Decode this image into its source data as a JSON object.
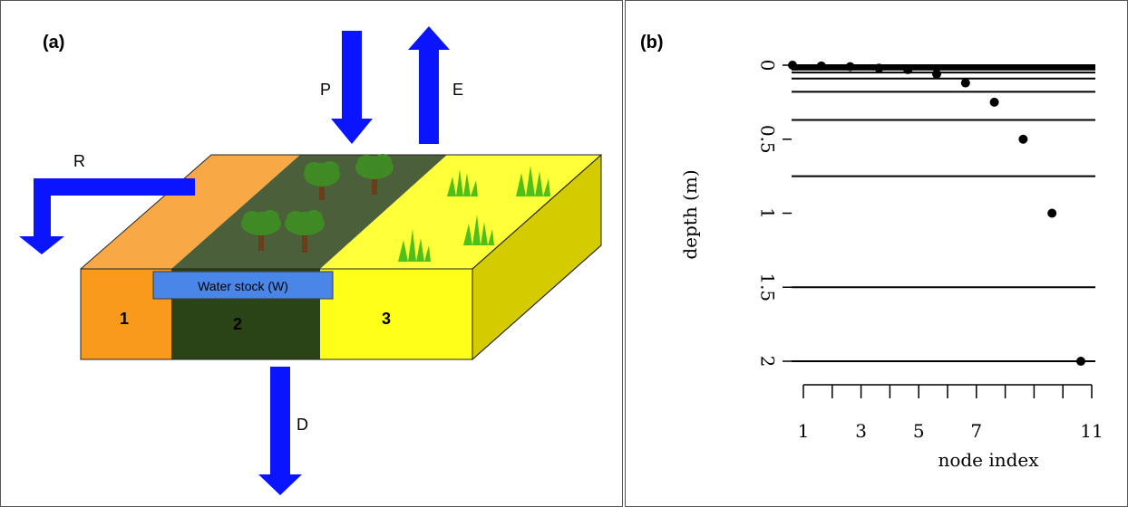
{
  "panel_a": {
    "label": "(a)",
    "arrows": {
      "precipitation": "P",
      "evaporation": "E",
      "runoff": "R",
      "drainage": "D"
    },
    "water_stock_label": "Water stock (W)",
    "zones": [
      "1",
      "2",
      "3"
    ],
    "colors": {
      "arrow": "#0a14ff",
      "zone1": "#f99a1d",
      "zone1_top": "#f8a845",
      "zone2": "#2b4417",
      "zone2_top": "#4b5f3a",
      "zone3": "#ffff1a",
      "zone3_top": "#ffff3a",
      "right_face": "#d4cc00",
      "water_box": "#4a86e8",
      "tree_canopy": "#3f8a24",
      "grass": "#4fc01b"
    }
  },
  "panel_b": {
    "label": "(b)"
  },
  "chart_data": {
    "type": "scatter",
    "xlabel": "node index",
    "ylabel": "depth (m)",
    "x_ticks": [
      1,
      2,
      3,
      4,
      5,
      6,
      7,
      8,
      9,
      10,
      11
    ],
    "x_tick_labels": [
      "1",
      "3",
      "5",
      "7",
      "11"
    ],
    "x_tick_labels_at": [
      1,
      3,
      5,
      7,
      11
    ],
    "y_ticks": [
      0,
      0.5,
      1,
      1.5,
      2
    ],
    "y_tick_labels": [
      "0",
      "0.5",
      "1",
      "1.5",
      "2"
    ],
    "ylim": [
      0,
      2
    ],
    "y_inverted": true,
    "points": [
      {
        "x": 1,
        "y": 0.0
      },
      {
        "x": 2,
        "y": 0.005
      },
      {
        "x": 3,
        "y": 0.01
      },
      {
        "x": 4,
        "y": 0.02
      },
      {
        "x": 5,
        "y": 0.03
      },
      {
        "x": 6,
        "y": 0.06
      },
      {
        "x": 7,
        "y": 0.12
      },
      {
        "x": 8,
        "y": 0.25
      },
      {
        "x": 9,
        "y": 0.5
      },
      {
        "x": 10,
        "y": 1.0
      },
      {
        "x": 11,
        "y": 2.0
      }
    ],
    "layer_boundaries": [
      0.0,
      0.01,
      0.02,
      0.03,
      0.05,
      0.09,
      0.18,
      0.37,
      0.75,
      1.5,
      2.0
    ]
  }
}
